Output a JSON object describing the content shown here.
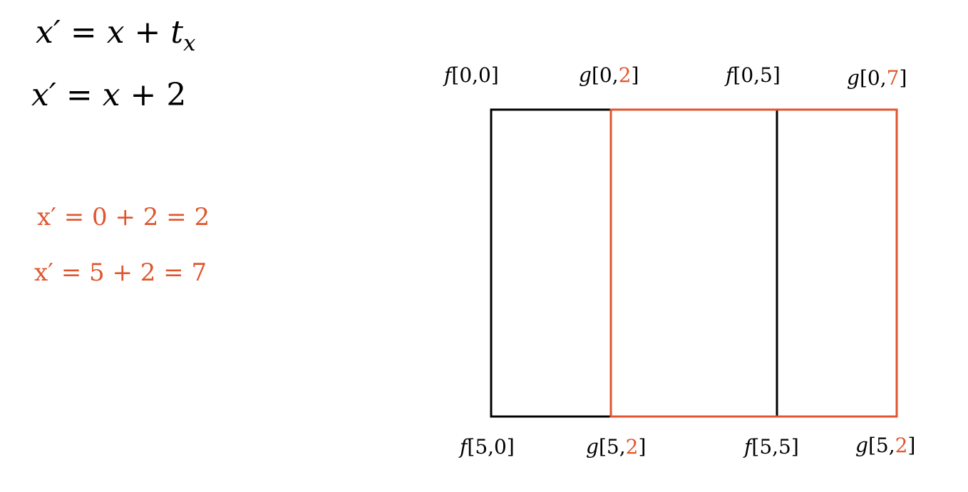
{
  "equations": {
    "general": {
      "lhs": "x′",
      "eq": "=",
      "x": "x",
      "plus": "+",
      "t": "t",
      "sub": "x"
    },
    "specific": {
      "lhs": "x′",
      "eq": "=",
      "x": "x",
      "plus": "+",
      "val": "2"
    },
    "example1": "x′ = 0 + 2 = 2",
    "example2": "x′ = 5 + 2 = 7"
  },
  "labels": {
    "top": [
      {
        "fn": "f",
        "open": "[",
        "a": "0",
        "comma": ",",
        "b": "0",
        "close": "]",
        "b_highlight": false
      },
      {
        "fn": "g",
        "open": "[",
        "a": "0",
        "comma": ",",
        "b": "2",
        "close": "]",
        "b_highlight": true
      },
      {
        "fn": "f",
        "open": "[",
        "a": "0",
        "comma": ",",
        "b": "5",
        "close": "]",
        "b_highlight": false
      },
      {
        "fn": "g",
        "open": "[",
        "a": "0",
        "comma": ",",
        "b": "7",
        "close": "]",
        "b_highlight": true
      }
    ],
    "bottom": [
      {
        "fn": "f",
        "open": "[",
        "a": "5",
        "comma": ",",
        "b": "0",
        "close": "]",
        "b_highlight": false
      },
      {
        "fn": "g",
        "open": "[",
        "a": "5",
        "comma": ",",
        "b": "2",
        "close": "]",
        "b_highlight": true
      },
      {
        "fn": "f",
        "open": "[",
        "a": "5",
        "comma": ",",
        "b": "5",
        "close": "]",
        "b_highlight": false
      },
      {
        "fn": "g",
        "open": "[",
        "a": "5",
        "comma": ",",
        "b": "2",
        "close": "]",
        "b_highlight": true
      }
    ]
  },
  "colors": {
    "original": "#000000",
    "translated": "#e0552e"
  }
}
